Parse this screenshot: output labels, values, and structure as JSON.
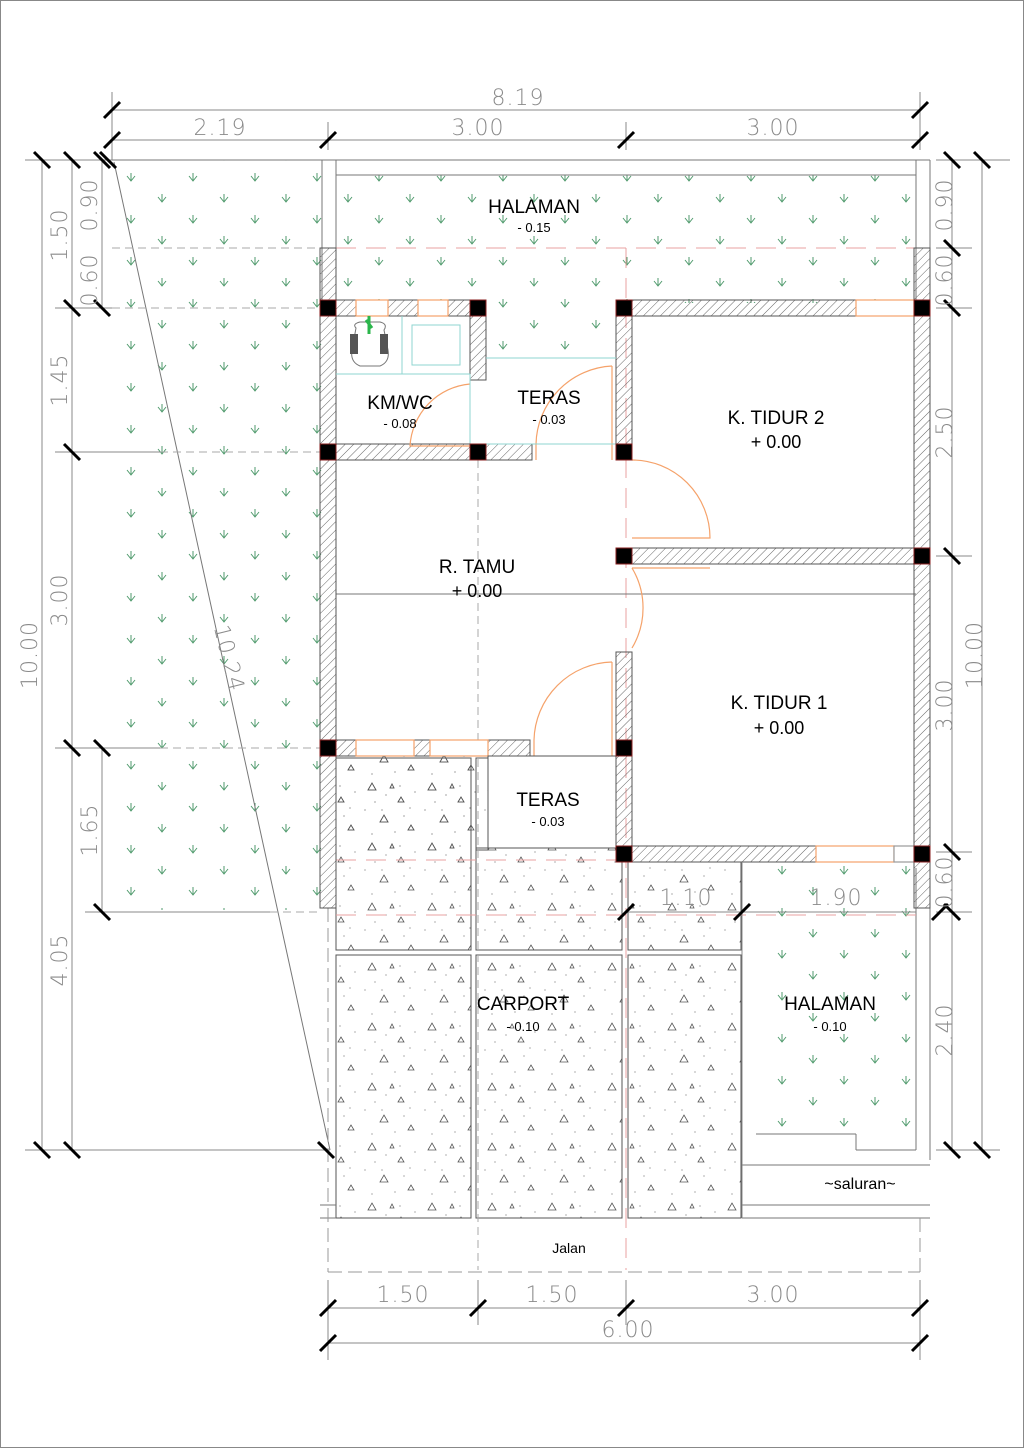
{
  "drawing": {
    "type": "floor-plan",
    "units": "m",
    "colors": {
      "wall_hatch": "#555555",
      "column": "#000000",
      "door_window": "#f5a26a",
      "grass_symbol": "#4f9a6c",
      "dimension": "#8a8a8a",
      "tick": "#000000",
      "axis_dash": "#e8a0a0",
      "fixture": "#8fd6d0"
    },
    "dimensions": {
      "top_overall": "8.19",
      "top_segments": [
        "2.19",
        "3.00",
        "3.00"
      ],
      "bottom_segments": [
        "1.50",
        "1.50",
        "3.00"
      ],
      "bottom_overall": "6.00",
      "left_overall": "10.00",
      "left_outer": [
        "1.50",
        "4.05"
      ],
      "left_inner": [
        "0.90",
        "0.60",
        "1.45",
        "3.00",
        "1.65"
      ],
      "right_inner": [
        "0.90",
        "0.60",
        "2.50",
        "3.00",
        "0.60",
        "2.40"
      ],
      "right_overall": "10.00",
      "diagonal": "10.24",
      "inner_carport": "1.10",
      "inner_halaman": "1.90"
    },
    "rooms": [
      {
        "name": "HALAMAN",
        "level": "- 0.15"
      },
      {
        "name": "KM/WC",
        "level": "- 0.08"
      },
      {
        "name": "TERAS",
        "level": "- 0.03"
      },
      {
        "name": "K. TIDUR 2",
        "level": "+ 0.00"
      },
      {
        "name": "R. TAMU",
        "level": "+ 0.00"
      },
      {
        "name": "K. TIDUR 1",
        "level": "+ 0.00"
      },
      {
        "name": "TERAS",
        "level": "- 0.03"
      },
      {
        "name": "CARPORT",
        "level": "- 0.10"
      },
      {
        "name": "HALAMAN",
        "level": "- 0.10"
      }
    ],
    "labels": {
      "saluran": "~saluran~",
      "jalan": "Jalan"
    }
  }
}
